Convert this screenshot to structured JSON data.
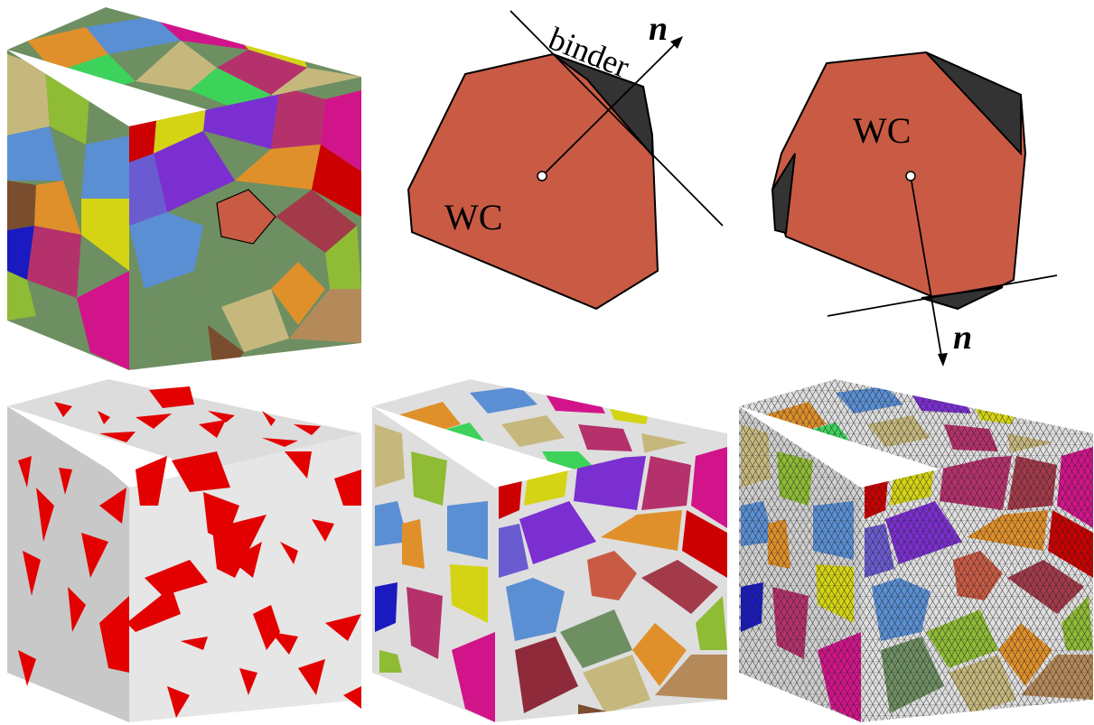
{
  "labels": {
    "binder": "binder",
    "wc_middle": "WC",
    "wc_right": "WC",
    "normal_middle": "n",
    "normal_right": "n"
  },
  "colors": {
    "wc_grain": "#c95b45",
    "binder": "#333333",
    "binder_gap": "#dedede",
    "mesh_line": "#222222",
    "highlight_face": "#e60000",
    "palette": [
      "#7b2fd0",
      "#cc0000",
      "#e0902a",
      "#3dd35a",
      "#d4d414",
      "#6e8f62",
      "#b5316c",
      "#5a8fd4",
      "#3b6f73",
      "#8fbb35",
      "#b58a5a",
      "#7a4d2e",
      "#c6b87d",
      "#d2148a",
      "#1a1ac0",
      "#bb9a30"
    ]
  },
  "panels": [
    {
      "name": "grain-structure-cube",
      "style": "grains"
    },
    {
      "name": "binder-cross-section-diagram",
      "style": "diagram-cut"
    },
    {
      "name": "binder-corner-cut-diagram",
      "style": "diagram-corner"
    },
    {
      "name": "binder-faces-cube",
      "style": "faces"
    },
    {
      "name": "grains-with-binder-cube",
      "style": "grains-binder"
    },
    {
      "name": "meshed-cube",
      "style": "mesh"
    }
  ]
}
